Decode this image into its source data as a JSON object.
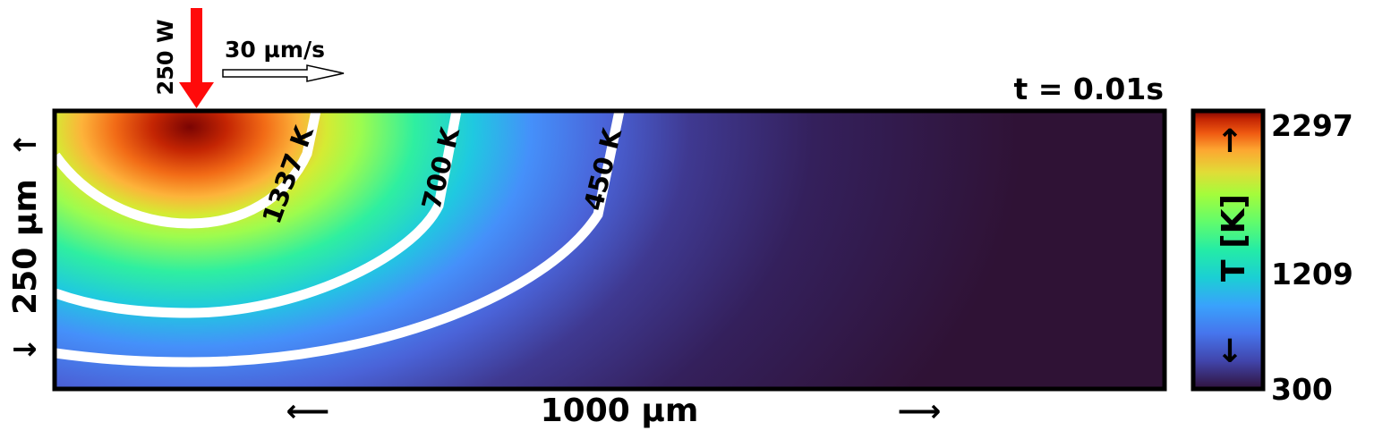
{
  "heat_source": {
    "power_label": "250 W",
    "color": "#ff0a0a"
  },
  "scan": {
    "speed_label": "30 µm/s"
  },
  "time_label": "t = 0.01s",
  "domain": {
    "width_label": "1000 µm",
    "height_label": "250 µm",
    "width_um": 1000,
    "height_um": 250
  },
  "contours": [
    {
      "label": "1337 K",
      "value_K": 1337
    },
    {
      "label": "700 K",
      "value_K": 700
    },
    {
      "label": "450 K",
      "value_K": 450
    }
  ],
  "colorbar": {
    "label": "T [K]",
    "colormap": "turbo",
    "ticks": [
      "2297",
      "1209",
      "300"
    ],
    "min_K": 300,
    "max_K": 2297
  },
  "arrows": {
    "left": "⟵",
    "right": "⟶",
    "up": "↑",
    "down": "↓"
  }
}
